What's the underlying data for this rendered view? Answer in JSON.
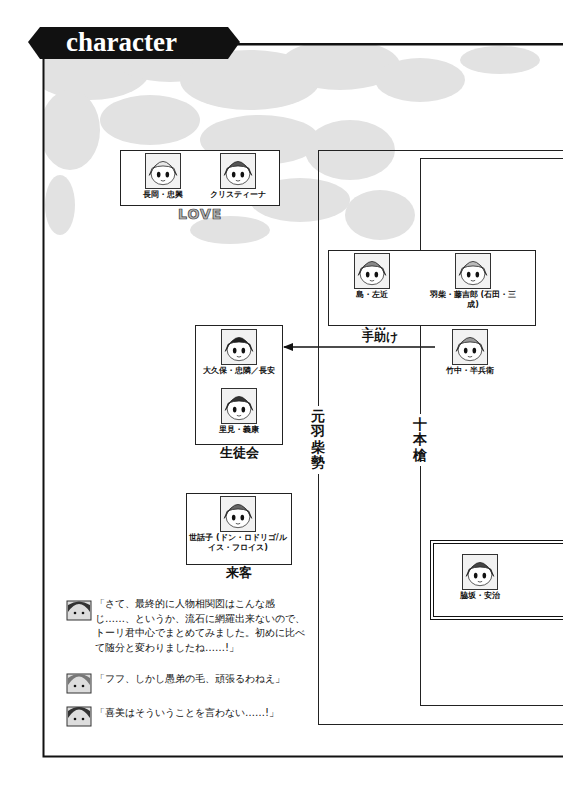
{
  "diagram": {
    "title": "character",
    "nodes": [
      {
        "text": [
          "LOVE"
        ]
      },
      {
        "text": [
          "長岡・忠興"
        ],
        "in": 0
      },
      {
        "text": [
          "クリスティーナ"
        ],
        "in": 0
      },
      {
        "text": [
          "生徒会"
        ]
      },
      {
        "text": [
          "大久保・忠隣／長安"
        ],
        "in": 3
      },
      {
        "text": [
          "里見・義康"
        ],
        "in": 3
      },
      {
        "text": [
          "来客"
        ]
      },
      {
        "text": [
          "世話子 (ドン・ロドリゴ/ルイス・フロイス)"
        ],
        "in": 6
      },
      {
        "text": [
          "元羽柴勢"
        ]
      },
      {
        "text": [
          "十本槍"
        ],
        "in": 8
      },
      {
        "text": [
          "主従"
        ],
        "in": 8
      },
      {
        "text": [
          "島・左近"
        ],
        "in": 10
      },
      {
        "text": [
          "羽柴・藤吉郎 (石田・三成)"
        ],
        "in": 10
      },
      {
        "text": [
          "竹中・半兵衛"
        ],
        "in": 9
      },
      {
        "text": [
          "脇坂・安治"
        ],
        "in": 9
      }
    ],
    "edges": [
      {
        "from": 13,
        "to": 3,
        "label": "手助け",
        "arrow": "to"
      }
    ],
    "labels": [
      "「さて、最終的に人物相関図はこんな感じ……、というか、流石に網羅出来ないので、トーリ君中心でまとめてみました。初めに比べて随分と変わりましたね……!」",
      "「フフ、しかし愚弟の毛、頑張るわねえ」",
      "「喜美はそういうことを言わない……!」"
    ]
  }
}
